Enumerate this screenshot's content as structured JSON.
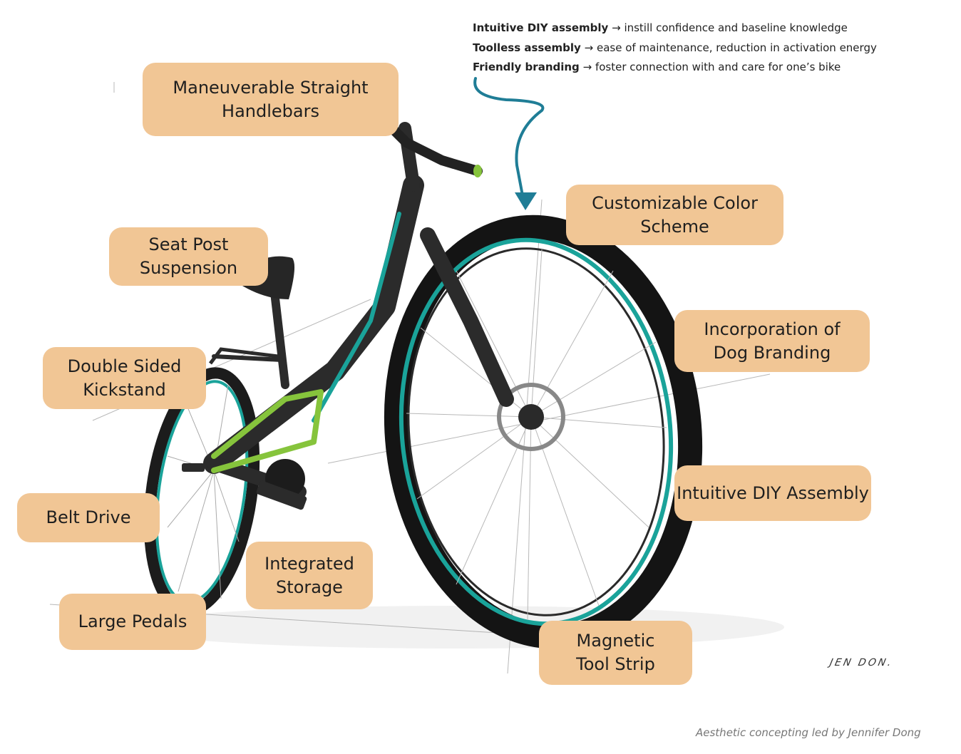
{
  "intro": [
    {
      "bold": "Intuitive DIY assembly",
      "rest": "instill confidence and baseline knowledge"
    },
    {
      "bold": "Toolless assembly",
      "rest": "ease of maintenance, reduction in activation energy"
    },
    {
      "bold": "Friendly branding",
      "rest": "foster connection with and care for one’s bike"
    }
  ],
  "arrow_glyph": "→",
  "features": {
    "handlebars": [
      "Maneuverable Straight",
      "Handlebars"
    ],
    "color_scheme": [
      "Customizable Color",
      "Scheme"
    ],
    "seat_post": [
      "Seat Post",
      "Suspension"
    ],
    "dog_branding": [
      "Incorporation of",
      "Dog Branding"
    ],
    "kickstand": [
      "Double Sided",
      "Kickstand"
    ],
    "diy_assembly": [
      "Intuitive DIY Assembly"
    ],
    "belt_drive": [
      "Belt Drive"
    ],
    "storage": [
      "Integrated",
      "Storage"
    ],
    "pedals": [
      "Large Pedals"
    ],
    "tool_strip": [
      "Magnetic",
      "Tool Strip"
    ]
  },
  "signature": "JEN DON.",
  "credit": "Aesthetic concepting led by Jennifer Dong",
  "colors": {
    "label_bg": "#f1c695",
    "arrow": "#1f7d96",
    "rim_accent": "#1aa39a",
    "frame_accent": "#86c43c",
    "frame": "#2b2b2b"
  }
}
